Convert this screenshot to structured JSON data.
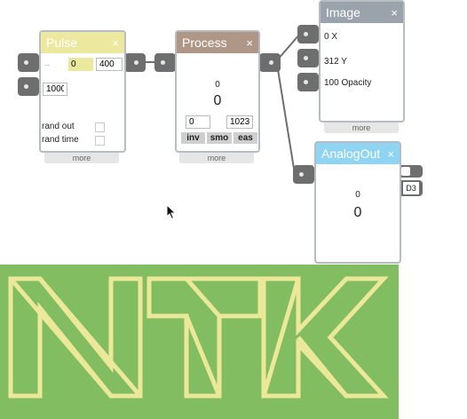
{
  "colors": {
    "pulse_header": "#ece8a0",
    "process_header": "#ae9787",
    "image_header": "#9aa3ab",
    "analog_header": "#8fd4f2",
    "display_bg": "#83bd62",
    "logo_stroke": "#ece89a"
  },
  "pulse": {
    "title": "Pulse",
    "close": "×",
    "dash": "--",
    "value_a": "0",
    "value_b": "400",
    "value_c": "1000",
    "rand_out_label": "rand out",
    "rand_time_label": "rand time",
    "more": "more"
  },
  "process": {
    "title": "Process",
    "close": "×",
    "value_small": "0",
    "value_big": "0",
    "min": "0",
    "max": "1023",
    "btn_inv": "inv",
    "btn_smo": "smo",
    "btn_eas": "eas",
    "more": "more"
  },
  "image": {
    "title": "Image",
    "close": "×",
    "line_x": "0 X",
    "line_y": "312 Y",
    "line_opacity": "100 Opacity",
    "more": "more"
  },
  "analog": {
    "title": "AnalogOut",
    "close": "×",
    "value_small": "0",
    "value_big": "0",
    "pin": "D3"
  },
  "display": {
    "logo_text": "NTK"
  }
}
